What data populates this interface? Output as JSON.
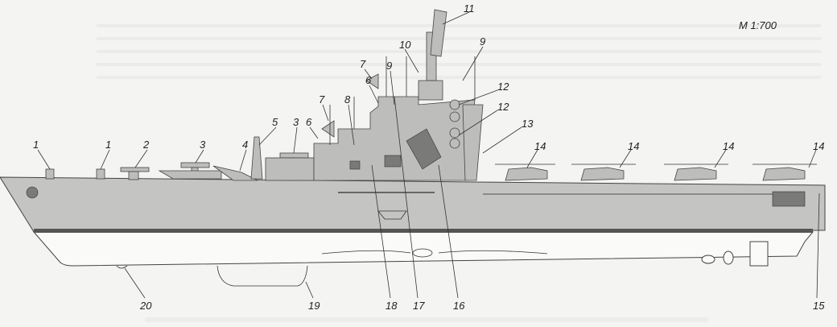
{
  "scale_label": "M 1:700",
  "callouts": {
    "c1a": "1",
    "c1b": "1",
    "c2": "2",
    "c3a": "3",
    "c4": "4",
    "c5": "5",
    "c3b": "3",
    "c6a": "6",
    "c7a": "7",
    "c8": "8",
    "c6b": "6",
    "c7b": "7",
    "c9a": "9",
    "c10": "10",
    "c11": "11",
    "c9b": "9",
    "c12a": "12",
    "c12b": "12",
    "c13": "13",
    "c14a": "14",
    "c14b": "14",
    "c14c": "14",
    "c14d": "14",
    "c15": "15",
    "c16": "16",
    "c17": "17",
    "c18": "18",
    "c19": "19",
    "c20": "20"
  },
  "colors": {
    "hull": "#c4c4c2",
    "boot_top": "#555555",
    "background": "#f4f4f2"
  }
}
